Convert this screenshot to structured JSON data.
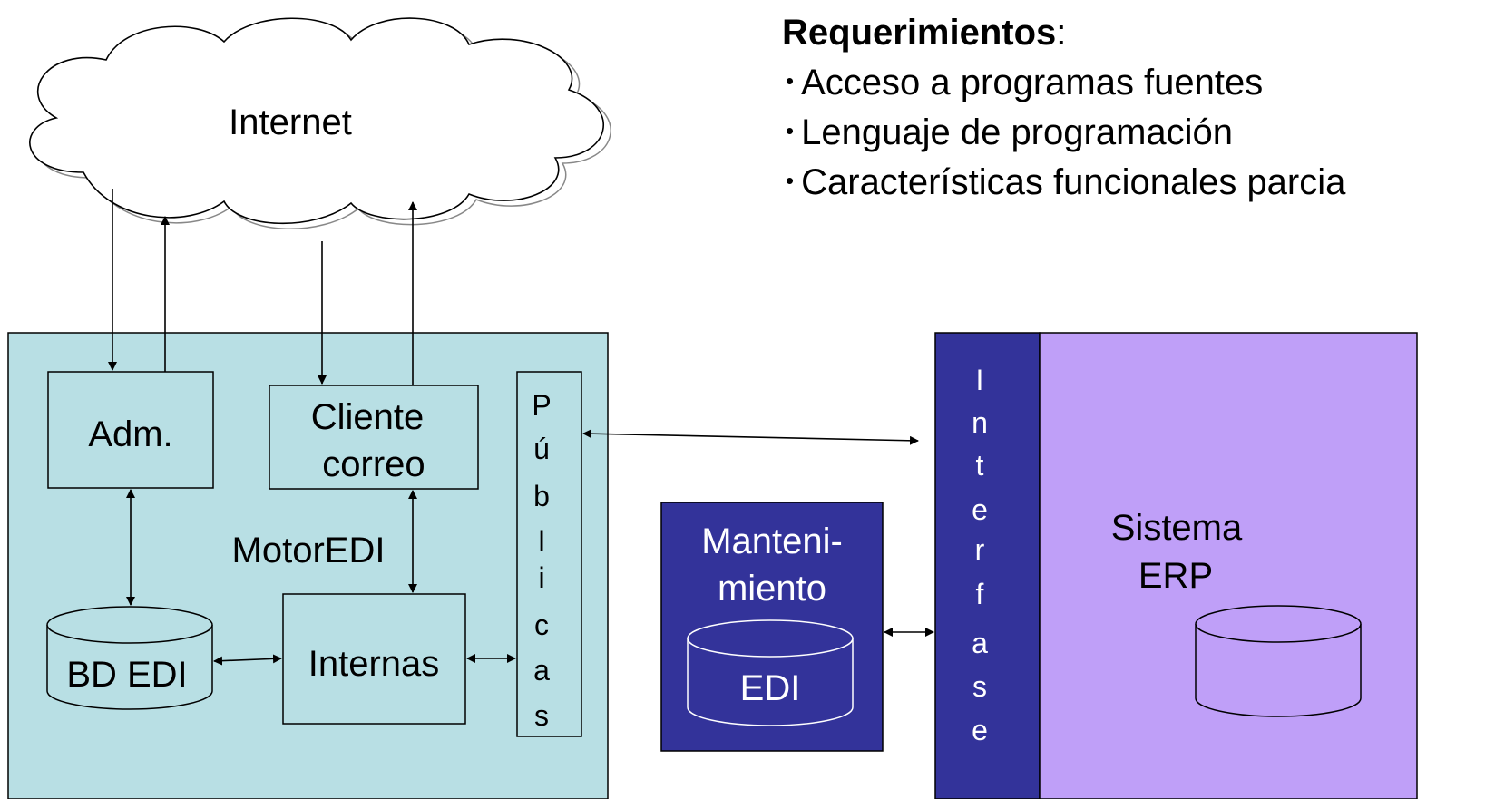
{
  "requirements": {
    "title": "Requerimientos",
    "suffix": ":",
    "items": [
      "Acceso a programas fuentes",
      "Lenguaje de programación",
      "Características funcionales parcia"
    ]
  },
  "cloud": {
    "label": "Internet"
  },
  "motor": {
    "label": "MotorEDI",
    "adm": "Adm.",
    "cliente_line1": "Cliente",
    "cliente_line2": "correo",
    "publicas_letters": [
      "P",
      "ú",
      "b",
      "l",
      "i",
      "c",
      "a",
      "s"
    ],
    "bd": "BD EDI",
    "internas": "Internas"
  },
  "mantenimiento": {
    "line1": "Manteni-",
    "line2": "miento",
    "db": "EDI"
  },
  "interfase": {
    "letters": [
      "I",
      "n",
      "t",
      "e",
      "r",
      "f",
      "a",
      "s",
      "e"
    ]
  },
  "erp": {
    "line1": "Sistema",
    "line2": "ERP"
  },
  "colors": {
    "motor_bg": "#b8dfe4",
    "mant_bg": "#33339a",
    "interfase_bg": "#33339a",
    "erp_bg": "#bf9ff8"
  }
}
